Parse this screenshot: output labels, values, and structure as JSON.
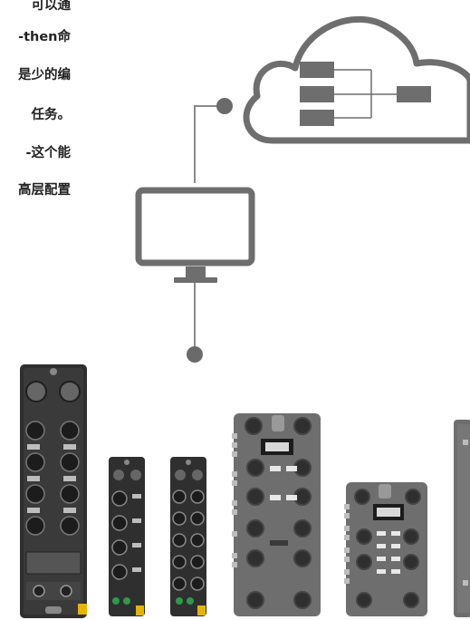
{
  "text_lines": [
    "可以通",
    "-then命",
    "是少的编",
    "任务。",
    "-这个能",
    "高层配置"
  ],
  "icons": {
    "cloud": "cloud-icon",
    "monitor": "monitor-icon"
  },
  "colors": {
    "line": "#8a8a8a",
    "device_dark": "#2f2f2f",
    "device_mid": "#6e6e6e",
    "accent_yellow": "#e6b400",
    "accent_green": "#2e9a48"
  }
}
